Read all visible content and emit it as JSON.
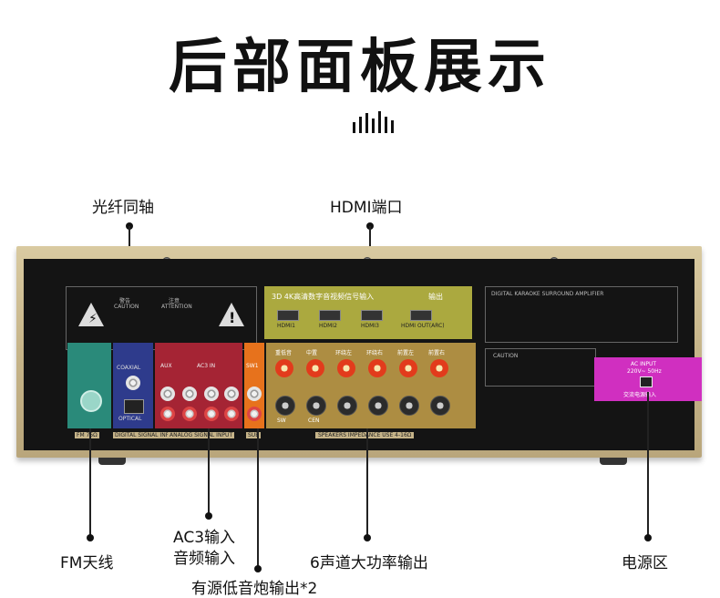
{
  "page": {
    "title": "后部面板展示"
  },
  "labels": {
    "optical_coax": "光纤同轴",
    "hdmi": "HDMI端口",
    "fm": "FM天线",
    "ac3_1": "AC3输入",
    "ac3_2": "音频输入",
    "speakers": "6声道大功率输出",
    "power": "电源区",
    "subwoofer": "有源低音炮输出*2"
  },
  "panel": {
    "warning_left_title": "警告",
    "warning_left_text": "CAUTION",
    "warning_right_title": "注意",
    "warning_right_text": "ATTENTION",
    "hdmi_title": "3D 4K高清数字音视频信号输入",
    "hdmi_out_title": "输出",
    "hdmi_ports": [
      "HDMI1",
      "HDMI2",
      "HDMI3",
      "HDMI OUT(ARC)"
    ],
    "coaxial": "COAXIAL",
    "optical": "OPTICAL",
    "digital_input": "DIGITAL SIGNAL INPUT",
    "aux": "AUX",
    "ac3_in": "AC3 IN",
    "analog_input": "ANALOG SIGNAL INPUT",
    "sw1": "SW1",
    "sub": "SUB",
    "fm75": "FM 75Ω",
    "speaker_strip": "SPEAKERS IMPEDANCE USE 4-16Ω",
    "spk_top": [
      "重低音",
      "中置",
      "环绕左",
      "环绕右",
      "前置左",
      "前置右"
    ],
    "spk_bottom_left": "SW",
    "spk_bottom_c": "CEN",
    "amp_title": "DIGITAL KARAOKE SURROUND AMPLIFIER",
    "caution": "CAUTION",
    "ac_input": "AC INPUT",
    "ac_spec": "220V~ 50Hz",
    "power_box_text": "交流电源输入"
  },
  "colors": {
    "frame": "#c6b489",
    "board": "#141414",
    "fm_box": "#2a8a7a",
    "digital_box": "#2e3b8c",
    "analog_box": "#a52434",
    "sub_box": "#e7721c",
    "speaker_box": "#c8a24a",
    "hdmi_box": "#c5c347",
    "power_box": "#d02fc0"
  }
}
